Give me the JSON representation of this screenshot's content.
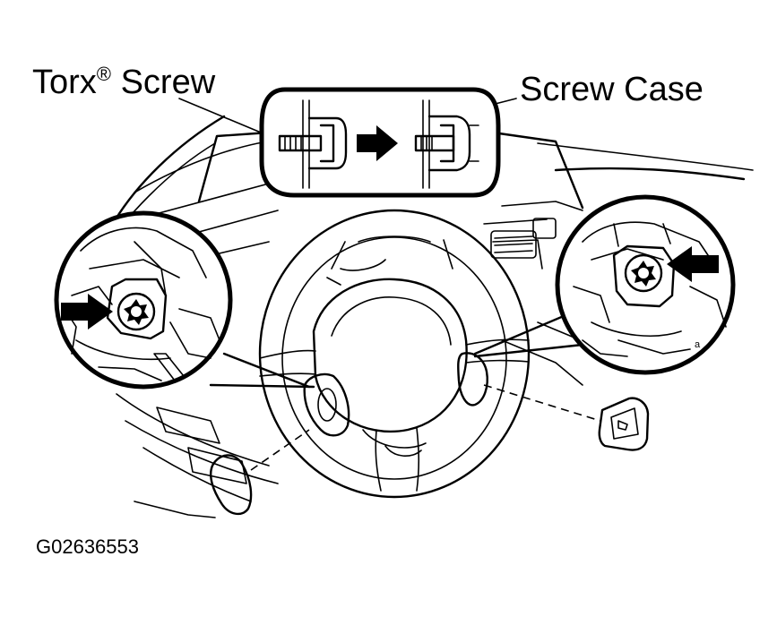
{
  "labels": {
    "torx_prefix": "Torx",
    "torx_mark": "®",
    "torx_suffix": " Screw",
    "screw_case": "Screw Case",
    "figure_code": "G02636553"
  }
}
